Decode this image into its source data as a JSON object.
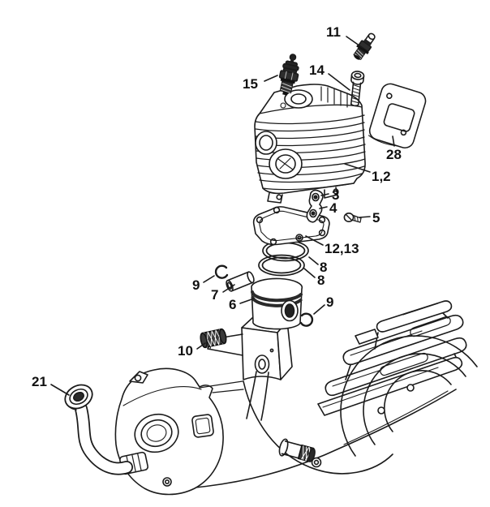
{
  "figure": {
    "type": "exploded-parts-diagram",
    "subject": "chainsaw engine cylinder, piston and crankcase assembly",
    "background_color": "#ffffff",
    "line_color": "#1b1b1b",
    "label_color": "#111111",
    "callouts": [
      {
        "text": "11",
        "part": "decompression-valve"
      },
      {
        "text": "15",
        "part": "spark-plug"
      },
      {
        "text": "14",
        "part": "cylinder-screw"
      },
      {
        "text": "28",
        "part": "exhaust-gasket-plate"
      },
      {
        "text": "1,2",
        "part": "cylinder"
      },
      {
        "text": "3",
        "part": "pawl-upper"
      },
      {
        "text": "4",
        "part": "pawl-lower"
      },
      {
        "text": "5",
        "part": "screw"
      },
      {
        "text": "12,13",
        "part": "cylinder-gasket"
      },
      {
        "text": "8",
        "part": "piston-ring-top"
      },
      {
        "text": "8",
        "part": "piston-ring-bottom"
      },
      {
        "text": "9",
        "part": "circlip-left"
      },
      {
        "text": "7",
        "part": "wrist-pin"
      },
      {
        "text": "6",
        "part": "piston"
      },
      {
        "text": "9",
        "part": "circlip-right"
      },
      {
        "text": "10",
        "part": "needle-bearing"
      },
      {
        "text": "21",
        "part": "elbow-hose"
      }
    ]
  }
}
